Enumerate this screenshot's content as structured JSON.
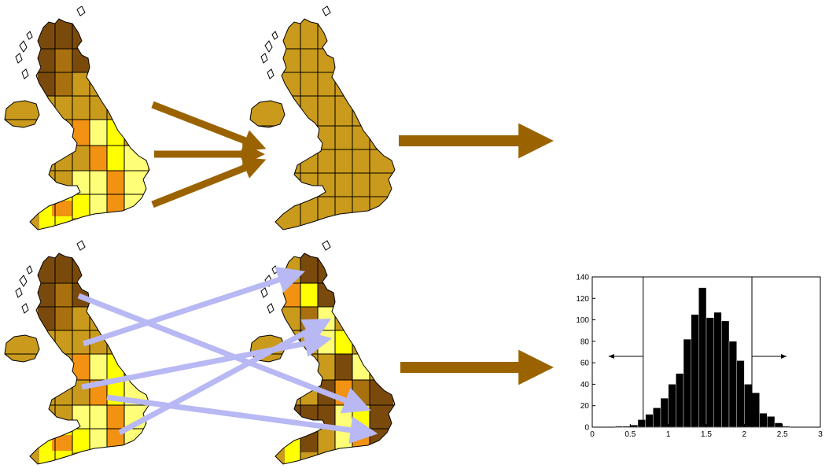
{
  "colors": {
    "dark_brown": "#7a4a0c",
    "brown": "#a8700e",
    "tan": "#c99a1c",
    "orange": "#f29212",
    "light_yellow": "#ffff77",
    "yellow": "#ffff00",
    "main_arrow": "#9b6300",
    "swap_arrow": "#b8b8f4",
    "bar_fill": "#000000"
  },
  "maps": [
    {
      "position": "top-left",
      "style": "observed-heat-grid"
    },
    {
      "position": "top-middle",
      "style": "uniform-aggregated-grid"
    },
    {
      "position": "bottom-left",
      "style": "observed-heat-grid"
    },
    {
      "position": "bottom-middle",
      "style": "permuted-heat-grid"
    }
  ],
  "chart_data": {
    "type": "bar",
    "title": "",
    "xlabel": "",
    "ylabel": "",
    "xlim": [
      0,
      3
    ],
    "ylim": [
      0,
      140
    ],
    "xticks": [
      "0",
      "0.5",
      "1",
      "1.5",
      "2",
      "2.5",
      "3"
    ],
    "yticks": [
      "0",
      "20",
      "40",
      "60",
      "80",
      "100",
      "120",
      "140"
    ],
    "bin_width": 0.1,
    "bin_starts": [
      0.3,
      0.4,
      0.5,
      0.6,
      0.7,
      0.8,
      0.9,
      1.0,
      1.1,
      1.2,
      1.3,
      1.4,
      1.5,
      1.6,
      1.7,
      1.8,
      1.9,
      2.0,
      2.1,
      2.2,
      2.3,
      2.4,
      2.5
    ],
    "values": [
      1,
      1,
      2,
      7,
      12,
      18,
      27,
      40,
      50,
      82,
      105,
      130,
      102,
      107,
      99,
      80,
      62,
      40,
      32,
      13,
      10,
      4,
      1
    ],
    "thresholds": [
      0.67,
      2.1
    ],
    "arrows": [
      "left",
      "right"
    ],
    "grid": false
  }
}
